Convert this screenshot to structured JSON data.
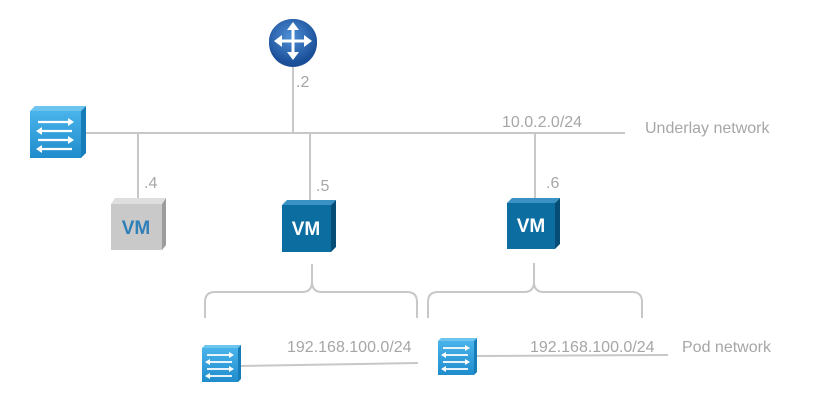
{
  "router": {
    "ip_suffix": ".2",
    "icon": "router-icon"
  },
  "underlay": {
    "subnet": "10.0.2.0/24",
    "label": "Underlay network",
    "switch_icon": "switch-icon"
  },
  "vms": [
    {
      "label": "VM",
      "ip_suffix": ".4",
      "state": "inactive"
    },
    {
      "label": "VM",
      "ip_suffix": ".5",
      "state": "active"
    },
    {
      "label": "VM",
      "ip_suffix": ".6",
      "state": "active"
    }
  ],
  "pod_network": {
    "label": "Pod network",
    "subnets": [
      "192.168.100.0/24",
      "192.168.100.0/24"
    ]
  },
  "colors": {
    "line": "#c8c8c8",
    "label": "#a6a6a6",
    "vm_active": "#0c6da0",
    "vm_inactive": "#c9c9c9",
    "switch": "#2a9ad6",
    "router": "#1f5fb0"
  }
}
